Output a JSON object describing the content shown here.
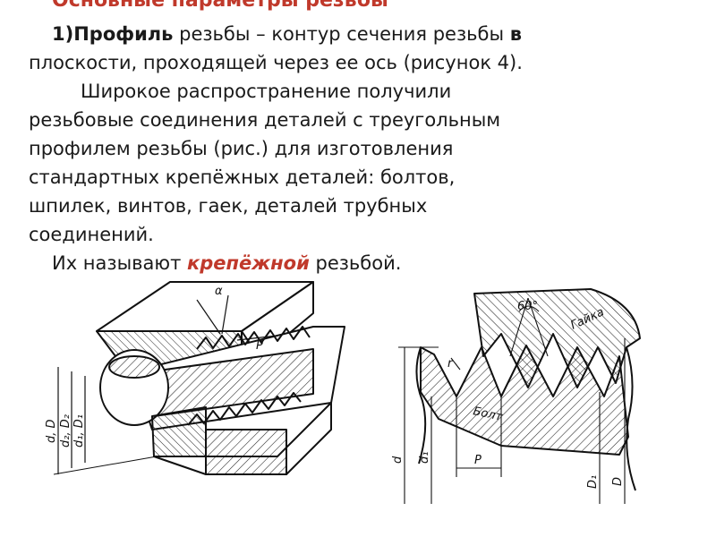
{
  "slide": {
    "title": "Основные параметры резьбы"
  },
  "paragraph1": {
    "number": "1)",
    "term": "Профиль",
    "line1_rest": " резьбы – контур сечения резьбы ",
    "line1_bold_end": "в",
    "line2": "плоскости, проходящей через ее ось (рисунок 4)."
  },
  "paragraph2": {
    "lines": [
      "Широкое распространение получили",
      "резьбовые  соединения деталей с треугольным",
      "профилем  резьбы (рис.)  для изготовления",
      "стандартных крепёжных деталей:  болтов,",
      "шпилек, винтов, гаек, деталей трубных",
      "соединений."
    ]
  },
  "paragraph3": {
    "prefix": "Их называют ",
    "highlight": "крепёжной",
    "suffix": "  резьбой."
  },
  "figure_left": {
    "labels": {
      "angle": "α",
      "pitch": "P",
      "d_outer": "d, D",
      "d_mid": "d₂, D₂",
      "d_inner": "d₁, D₁"
    }
  },
  "figure_right": {
    "labels": {
      "angle": "60°",
      "nut": "Гайка",
      "bolt": "Болт",
      "radius": "r",
      "pitch": "P",
      "d": "d",
      "d1": "d₁",
      "D1": "D₁",
      "D": "D"
    }
  },
  "colors": {
    "accent_red": "#c0392b",
    "text": "#1a1a1a"
  }
}
